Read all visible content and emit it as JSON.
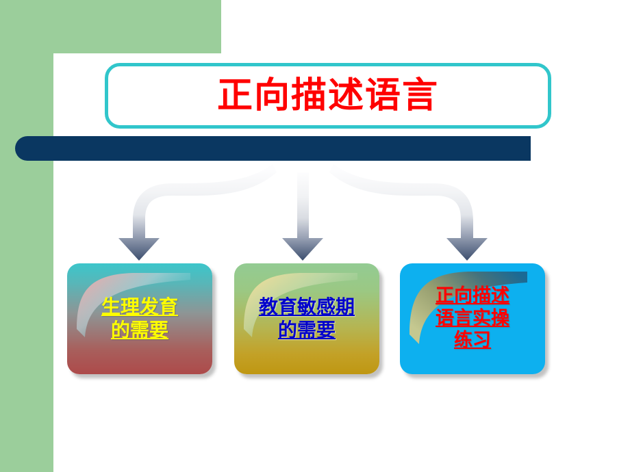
{
  "slide": {
    "title": "正向描述语言",
    "title_color": "#FF0000",
    "title_border_color": "#31C6CB",
    "accent_bar_color": "#0A3761",
    "side_panel_color": "#9BCE9B",
    "background_color": "#FFFFFF"
  },
  "nodes": [
    {
      "label": "生理发育\n的需要",
      "text_color": "#FFFF00",
      "fill_top": "#3CC6CB",
      "fill_bottom": "#AD4A4A"
    },
    {
      "label": "教育敏感期\n的需要",
      "text_color": "#0000CC",
      "fill_top": "#93CB93",
      "fill_bottom": "#BF9712"
    },
    {
      "label": "正向描述\n语言实操\n练习",
      "text_color": "#FF0000",
      "fill_top": "#0DB0EF",
      "fill_bottom": "#0DB0EF"
    }
  ],
  "connectors": {
    "count": 3,
    "shape": "branching-down-arrows",
    "gradient_from": "#FCFCFD",
    "gradient_to": "#3C4E6E"
  }
}
